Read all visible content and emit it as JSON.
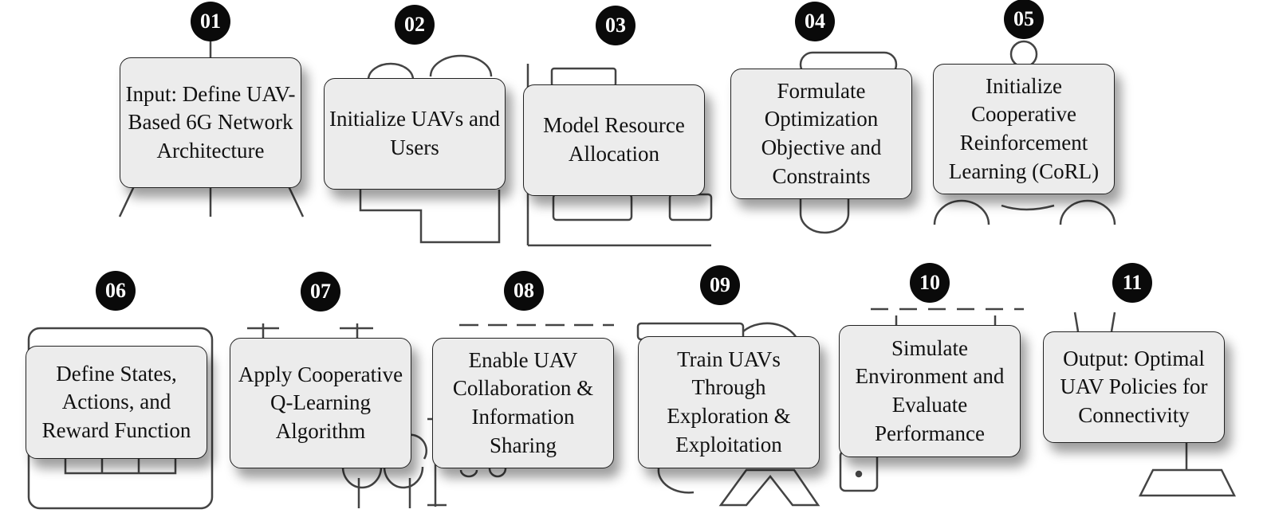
{
  "steps": [
    {
      "num": "01",
      "label": "Input: Define UAV-Based 6G Network Architecture"
    },
    {
      "num": "02",
      "label": "Initialize UAVs and Users"
    },
    {
      "num": "03",
      "label": "Model Resource Allocation"
    },
    {
      "num": "04",
      "label": "Formulate Optimization Objective and Constraints"
    },
    {
      "num": "05",
      "label": "Initialize Cooperative Reinforcement Learning (CoRL)"
    },
    {
      "num": "06",
      "label": "Define States, Actions, and Reward Function"
    },
    {
      "num": "07",
      "label": "Apply Cooperative Q-Learning Algorithm"
    },
    {
      "num": "08",
      "label": "Enable UAV Collaboration & Information Sharing"
    },
    {
      "num": "09",
      "label": "Train UAVs Through Exploration & Exploitation"
    },
    {
      "num": "10",
      "label": "Simulate Environment and Evaluate Performance"
    },
    {
      "num": "11",
      "label": "Output: Optimal UAV Policies for Connectivity"
    }
  ],
  "colors": {
    "badge": "#0a0a0a",
    "box_fill": "#ececec",
    "outline": "#222222",
    "decor": "#444444"
  }
}
